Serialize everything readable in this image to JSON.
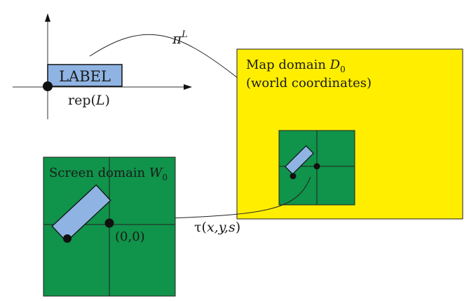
{
  "label_box": {
    "text": "LABEL"
  },
  "rep_label": {
    "prefix": "rep(",
    "var": "L",
    "suffix": ")"
  },
  "pi_label": {
    "base": "π",
    "sup": "L"
  },
  "map_domain": {
    "line1_prefix": "Map domain ",
    "line1_var": "D",
    "line1_sub": "0",
    "line2": "(world coordinates)"
  },
  "screen_domain": {
    "prefix": "Screen domain ",
    "var": "W",
    "sub": "0"
  },
  "origin_label": "(0,0)",
  "tau_label": {
    "prefix": "τ(",
    "vars": "x,y,s",
    "suffix": ")"
  },
  "colors": {
    "map_fill": "#ffee00",
    "screen_fill": "#10934a",
    "label_fill": "#8fb4e3",
    "stroke": "#111111"
  }
}
